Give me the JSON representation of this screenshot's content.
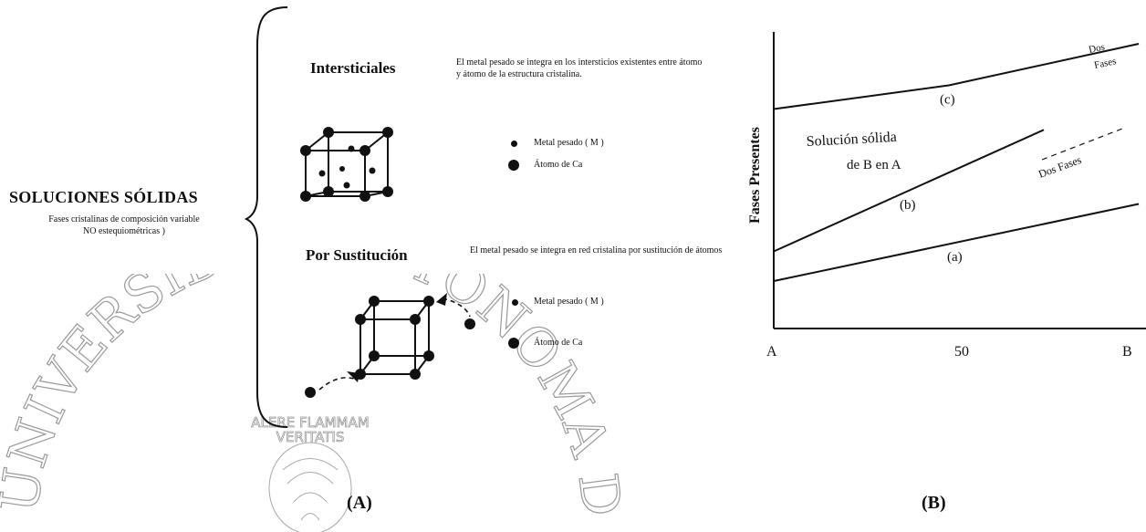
{
  "left_panel": {
    "title": "SOLUCIONES SÓLIDAS",
    "subtitle_line1": "Fases cristalinas de composición variable",
    "subtitle_line2": "NO estequiométricas )"
  },
  "interstitial": {
    "heading": "Intersticiales",
    "description": "El metal pesado se integra en los intersticios existentes entre átomo y átomo de la estructura cristalina.",
    "legend_metal": "Metal pesado ( M )",
    "legend_ca": "Átomo de Ca"
  },
  "substitution": {
    "heading": "Por Sustitución",
    "description": "El metal pesado se integra en red cristalina por sustitución de átomos",
    "legend_metal": "Metal pesado ( M )",
    "legend_ca": "Átomo de Ca"
  },
  "figure_labels": {
    "a": "(A)",
    "b": "(B)"
  },
  "chart_data": {
    "type": "line",
    "ylabel": "Fases Presentes",
    "x_ticks": [
      "A",
      "50",
      "B"
    ],
    "xlim": [
      0,
      100
    ],
    "series": [
      {
        "name": "(a)",
        "x": [
          0,
          100
        ],
        "y": [
          16,
          42
        ]
      },
      {
        "name": "(b)",
        "x": [
          0,
          74
        ],
        "y": [
          26,
          67
        ]
      },
      {
        "name": "(c)",
        "x": [
          0,
          48,
          100
        ],
        "y": [
          74,
          82,
          96
        ]
      }
    ],
    "annotations": {
      "solucion_line1": "Solución sólida",
      "solucion_line2": "de B en A",
      "dos_fases_top_1": "Dos",
      "dos_fases_top_2": "Fases",
      "dos_fases_mid": "Dos Fases"
    }
  },
  "watermark": {
    "arc_text": "UNIVERSIDAD AUTONOMA DE NUEVO",
    "motto_line1": "ALERE FLAMMAM",
    "motto_line2": "VERITATIS"
  }
}
